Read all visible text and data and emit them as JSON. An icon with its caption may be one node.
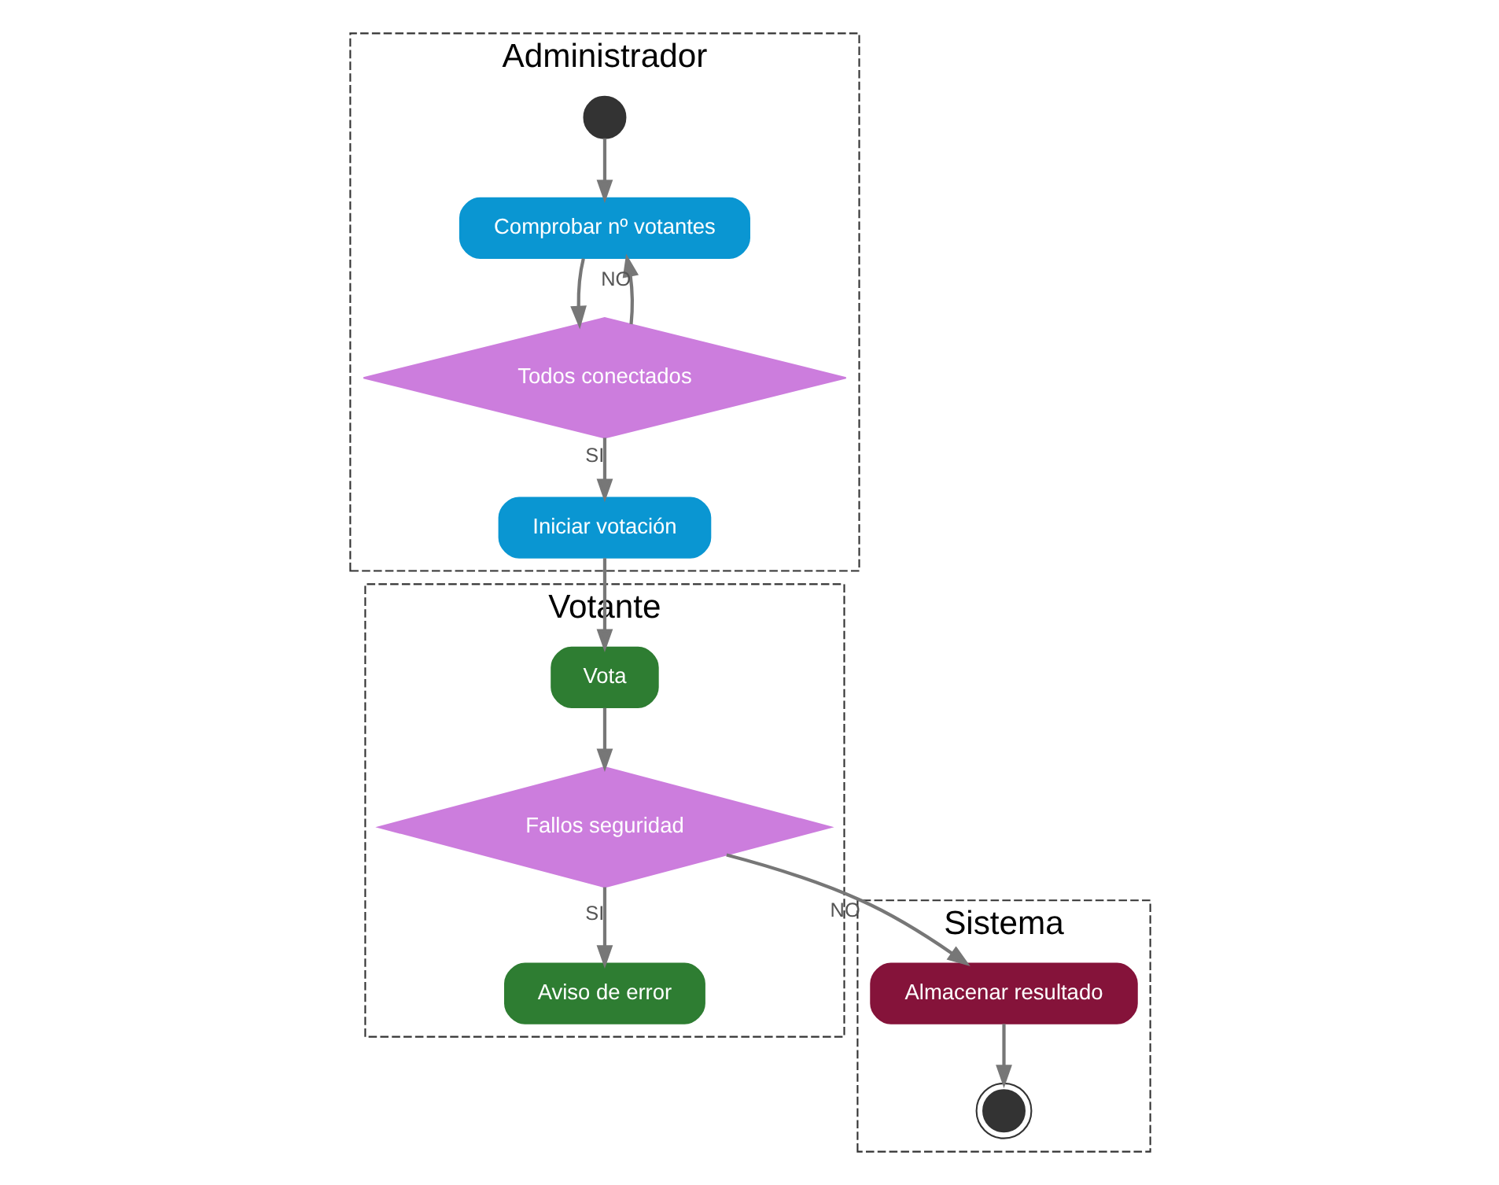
{
  "diagram": {
    "nodes": [
      {
        "text": [
          "Administrador"
        ]
      },
      {
        "text": [
          "Sistema"
        ]
      },
      {
        "text": [
          "Votante"
        ]
      },
      {
        "text": [],
        "shape": "circle",
        "in": 0
      },
      {
        "text": [
          "Comprobar nº votantes"
        ],
        "in": 0
      },
      {
        "text": [
          "Todos conectados"
        ],
        "in": 0
      },
      {
        "text": [
          "Iniciar votación"
        ],
        "in": 0
      },
      {
        "text": [
          "Almacenar resultado"
        ],
        "in": 1
      },
      {
        "text": [],
        "shape": "circle",
        "in": 1
      },
      {
        "text": [
          "Vota"
        ],
        "in": 2
      },
      {
        "text": [
          "Fallos seguridad"
        ],
        "in": 2
      },
      {
        "text": [
          "Aviso de error"
        ],
        "in": 2
      }
    ],
    "edges": [
      {
        "from": 3,
        "to": 4,
        "arrow": "to"
      },
      {
        "from": 4,
        "to": 5,
        "arrow": "to"
      },
      {
        "from": 5,
        "to": 4,
        "arrow": "to",
        "label": "NO"
      },
      {
        "from": 5,
        "to": 6,
        "arrow": "to",
        "label": "SI"
      },
      {
        "from": 6,
        "to": 9,
        "arrow": "to"
      },
      {
        "from": 9,
        "to": 10,
        "arrow": "to"
      },
      {
        "from": 10,
        "to": 7,
        "arrow": "to",
        "label": "NO"
      },
      {
        "from": 10,
        "to": 11,
        "arrow": "to",
        "label": "SI"
      },
      {
        "from": 7,
        "to": 8,
        "arrow": "to"
      }
    ]
  }
}
